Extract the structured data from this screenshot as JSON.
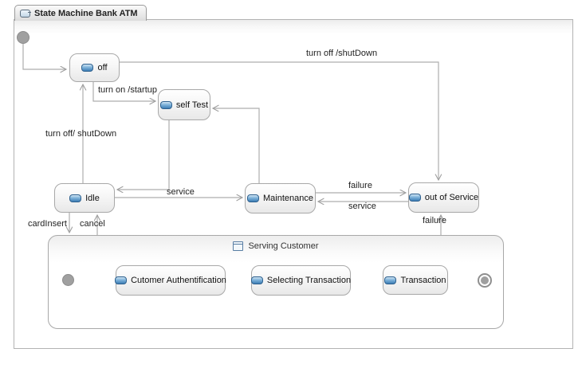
{
  "diagram": {
    "tab_title": "State Machine Bank ATM"
  },
  "states": {
    "off": {
      "label": "off"
    },
    "self_test": {
      "label": "self Test"
    },
    "idle": {
      "label": "Idle"
    },
    "maintenance": {
      "label": "Maintenance"
    },
    "out_of_service": {
      "label": "out of Service"
    },
    "serving_customer": {
      "label": "Serving Customer"
    },
    "customer_authentification": {
      "label": "Cutomer Authentification"
    },
    "selecting_transaction": {
      "label": "Selecting Transaction"
    },
    "transaction": {
      "label": "Transaction"
    }
  },
  "transitions": {
    "off_to_out_of_service": {
      "label": "turn off /shutDown"
    },
    "off_to_self_test": {
      "label": "turn on /startup"
    },
    "idle_to_off": {
      "label": "turn off/ shutDown"
    },
    "idle_to_maintenance": {
      "label": "service"
    },
    "maintenance_to_out_of_service": {
      "label": "failure"
    },
    "out_of_service_to_maintenance": {
      "label": "service"
    },
    "idle_to_serving_customer": {
      "label": "cardInsert"
    },
    "serving_customer_to_idle": {
      "label": "cancel"
    },
    "serving_customer_to_out_of_service": {
      "label": "failure"
    }
  },
  "colors": {
    "edge_line": "#aeaeae",
    "arrowhead": "#9e9e9e",
    "state_border": "#a8a8a8",
    "state_icon_blue": "#3d7db5",
    "pseudo_state_gray": "#a0a0a0"
  }
}
